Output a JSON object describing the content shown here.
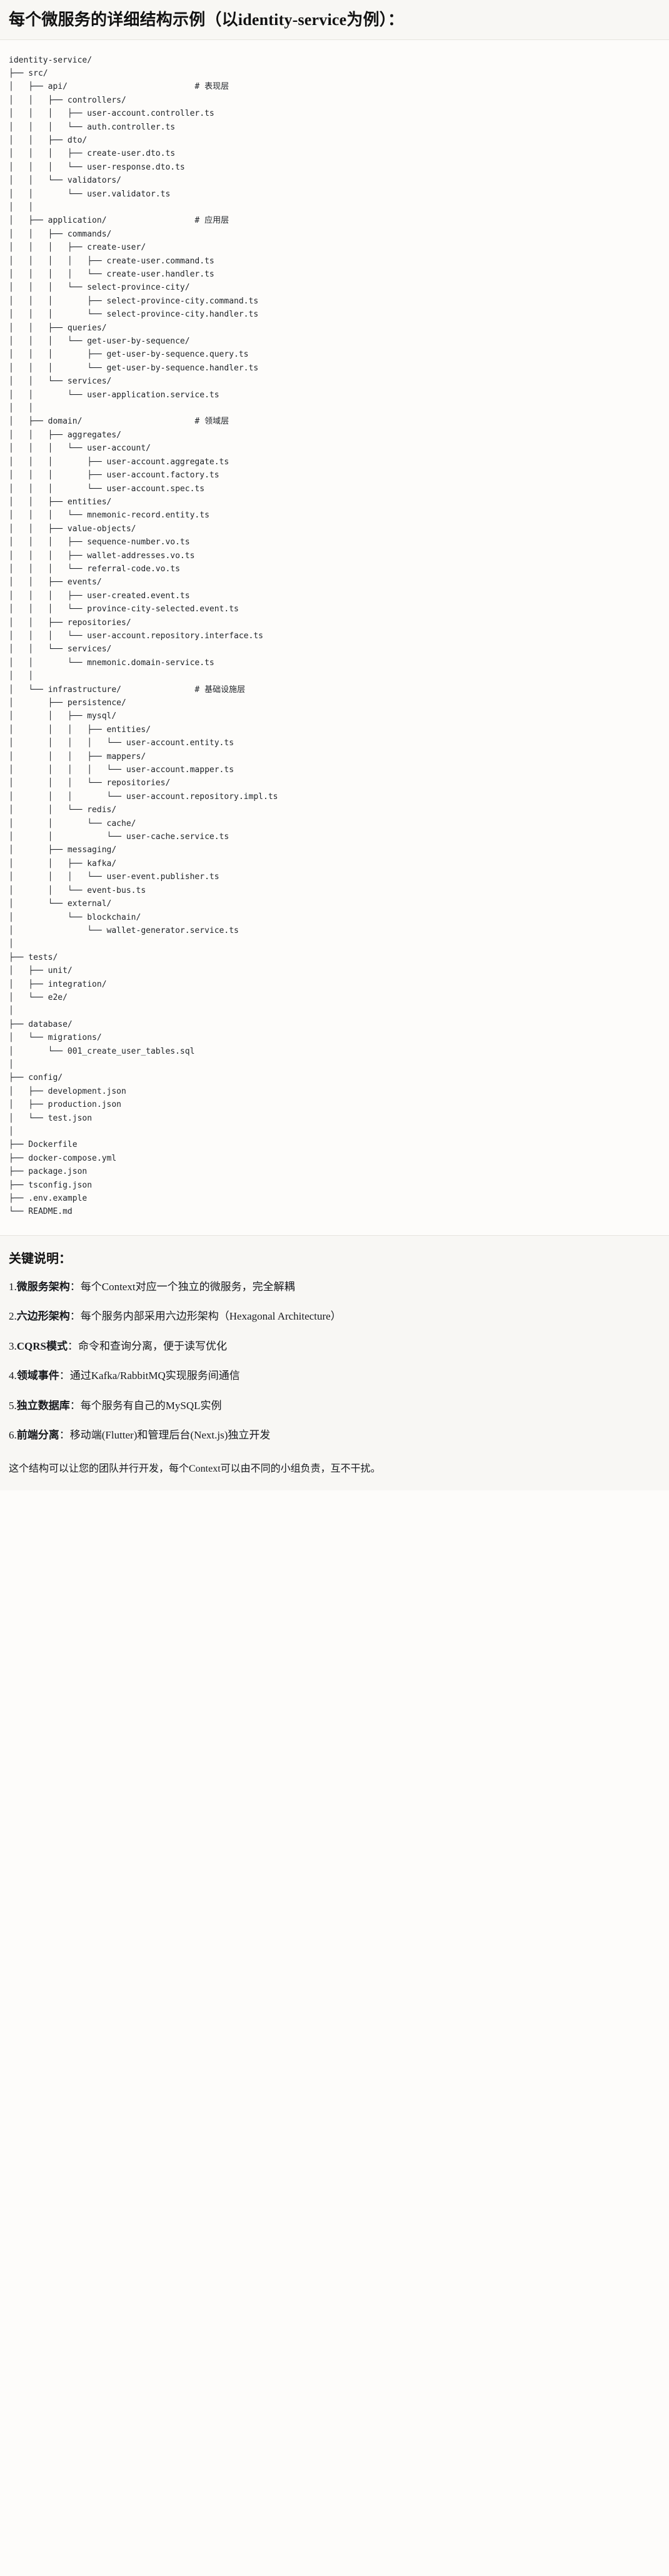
{
  "header": {
    "title": "每个微服务的详细结构示例（以identity-service为例）："
  },
  "tree": {
    "root_label": "identity-service/",
    "text": "identity-service/\n├── src/\n│   ├── api/                          # 表现层\n│   │   ├── controllers/\n│   │   │   ├── user-account.controller.ts\n│   │   │   └── auth.controller.ts\n│   │   ├── dto/\n│   │   │   ├── create-user.dto.ts\n│   │   │   └── user-response.dto.ts\n│   │   └── validators/\n│   │       └── user.validator.ts\n│   │\n│   ├── application/                  # 应用层\n│   │   ├── commands/\n│   │   │   ├── create-user/\n│   │   │   │   ├── create-user.command.ts\n│   │   │   │   └── create-user.handler.ts\n│   │   │   └── select-province-city/\n│   │   │       ├── select-province-city.command.ts\n│   │   │       └── select-province-city.handler.ts\n│   │   ├── queries/\n│   │   │   └── get-user-by-sequence/\n│   │   │       ├── get-user-by-sequence.query.ts\n│   │   │       └── get-user-by-sequence.handler.ts\n│   │   └── services/\n│   │       └── user-application.service.ts\n│   │\n│   ├── domain/                       # 领域层\n│   │   ├── aggregates/\n│   │   │   └── user-account/\n│   │   │       ├── user-account.aggregate.ts\n│   │   │       ├── user-account.factory.ts\n│   │   │       └── user-account.spec.ts\n│   │   ├── entities/\n│   │   │   └── mnemonic-record.entity.ts\n│   │   ├── value-objects/\n│   │   │   ├── sequence-number.vo.ts\n│   │   │   ├── wallet-addresses.vo.ts\n│   │   │   └── referral-code.vo.ts\n│   │   ├── events/\n│   │   │   ├── user-created.event.ts\n│   │   │   └── province-city-selected.event.ts\n│   │   ├── repositories/\n│   │   │   └── user-account.repository.interface.ts\n│   │   └── services/\n│   │       └── mnemonic.domain-service.ts\n│   │\n│   └── infrastructure/               # 基础设施层\n│       ├── persistence/\n│       │   ├── mysql/\n│       │   │   ├── entities/\n│       │   │   │   └── user-account.entity.ts\n│       │   │   ├── mappers/\n│       │   │   │   └── user-account.mapper.ts\n│       │   │   └── repositories/\n│       │   │       └── user-account.repository.impl.ts\n│       │   └── redis/\n│       │       └── cache/\n│       │           └── user-cache.service.ts\n│       ├── messaging/\n│       │   ├── kafka/\n│       │   │   └── user-event.publisher.ts\n│       │   └── event-bus.ts\n│       └── external/\n│           └── blockchain/\n│               └── wallet-generator.service.ts\n│\n├── tests/\n│   ├── unit/\n│   ├── integration/\n│   └── e2e/\n│\n├── database/\n│   └── migrations/\n│       └── 001_create_user_tables.sql\n│\n├── config/\n│   ├── development.json\n│   ├── production.json\n│   └── test.json\n│\n├── Dockerfile\n├── docker-compose.yml\n├── package.json\n├── tsconfig.json\n├── .env.example\n└── README.md",
    "layer_comments": [
      "# 表现层",
      "# 应用层",
      "# 领域层",
      "# 基础设施层"
    ]
  },
  "notes": {
    "heading": "关键说明：",
    "items": [
      {
        "num": "1.",
        "term": "微服务架构",
        "desc": "：每个Context对应一个独立的微服务，完全解耦"
      },
      {
        "num": "2.",
        "term": "六边形架构",
        "desc": "：每个服务内部采用六边形架构（Hexagonal Architecture）"
      },
      {
        "num": "3.",
        "term": "CQRS模式",
        "desc": "：命令和查询分离，便于读写优化"
      },
      {
        "num": "4.",
        "term": "领域事件",
        "desc": "：通过Kafka/RabbitMQ实现服务间通信"
      },
      {
        "num": "5.",
        "term": "独立数据库",
        "desc": "：每个服务有自己的MySQL实例"
      },
      {
        "num": "6.",
        "term": "前端分离",
        "desc": "：移动端(Flutter)和管理后台(Next.js)独立开发"
      }
    ],
    "closing": "这个结构可以让您的团队并行开发，每个Context可以由不同的小组负责，互不干扰。"
  },
  "colors": {
    "page_bg": "#fdfcfa",
    "band_bg": "#f8f7f4",
    "divider": "#e6e4df",
    "text": "#1b1b1b",
    "code_text": "#1e2227"
  }
}
